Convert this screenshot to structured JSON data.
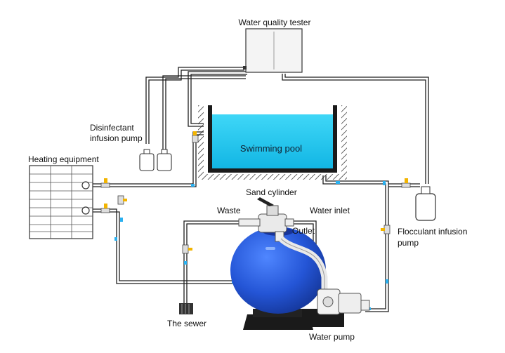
{
  "diagram": {
    "labels": {
      "water_quality_tester": "Water quality tester",
      "disinfectant_pump_line1": "Disinfectant",
      "disinfectant_pump_line2": "infusion pump",
      "heating_equipment": "Heating equipment",
      "swimming_pool": "Swimming pool",
      "sand_cylinder": "Sand cylinder",
      "waste": "Waste",
      "water_inlet": "Water inlet",
      "outlet": "Outlet",
      "flocculant_pump_line1": "Flocculant infusion",
      "flocculant_pump_line2": "pump",
      "sewer": "The sewer",
      "water_pump": "Water pump"
    },
    "colors": {
      "pool_water": "#1ec6ee",
      "pool_wall": "#1a1a1a",
      "sand_tank": "#1f4fc4",
      "valve": "#f2b400",
      "flow_marker": "#2ab0f0",
      "pipe": "#1e1e1e"
    }
  }
}
